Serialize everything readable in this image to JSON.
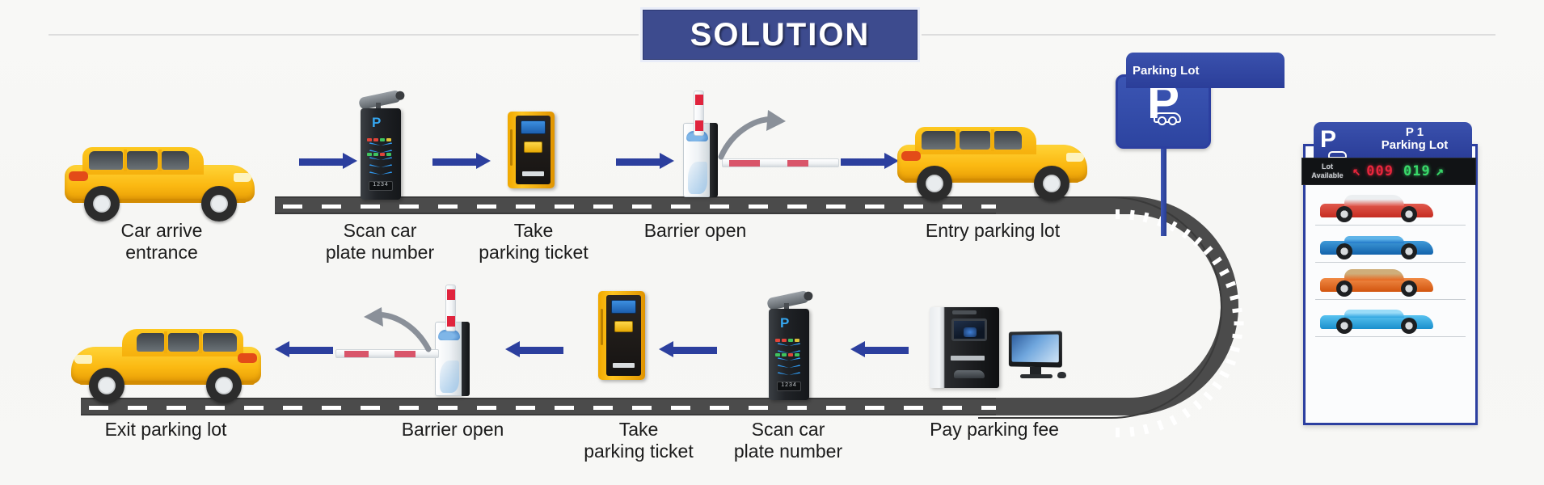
{
  "header": {
    "title": "SOLUTION",
    "title_bg": "#3d4b8e",
    "title_color": "#ffffff"
  },
  "colors": {
    "accent_blue": "#2c3f9e",
    "sign_blue": "#2d44a0",
    "road_gray": "#4b4b4b",
    "car_yellow": "#fbb912",
    "led_red": "#e8263c",
    "led_green": "#39d96a",
    "background": "#f7f7f5"
  },
  "entry_flow": {
    "direction": "left-to-right",
    "steps": [
      {
        "label": "Car arrive\nentrance",
        "line1": "Car arrive",
        "line2": "entrance",
        "icon": "yellow-suv-car-icon"
      },
      {
        "label": "Scan car\nplate number",
        "line1": "Scan car",
        "line2": "plate number",
        "icon": "lpr-camera-pillar-icon"
      },
      {
        "label": "Take\nparking ticket",
        "line1": "Take",
        "line2": "parking ticket",
        "icon": "ticket-dispenser-icon"
      },
      {
        "label": "Barrier open",
        "line1": "Barrier open",
        "line2": "",
        "icon": "barrier-gate-icon"
      },
      {
        "label": "Entry parking lot",
        "line1": "Entry parking lot",
        "line2": "",
        "icon": "yellow-suv-car-icon"
      }
    ]
  },
  "exit_flow": {
    "direction": "right-to-left",
    "steps": [
      {
        "label": "Pay parking fee",
        "line1": "Pay parking fee",
        "line2": "",
        "icon": "payment-kiosk-icon"
      },
      {
        "label": "Scan car\nplate number",
        "line1": "Scan car",
        "line2": "plate number",
        "icon": "lpr-camera-pillar-icon"
      },
      {
        "label": "Take\nparking ticket",
        "line1": "Take",
        "line2": "parking ticket",
        "icon": "ticket-dispenser-icon"
      },
      {
        "label": "Barrier open",
        "line1": "Barrier open",
        "line2": "",
        "icon": "barrier-gate-icon"
      },
      {
        "label": "Exit parking lot",
        "line1": "Exit parking lot",
        "line2": "",
        "icon": "yellow-suv-car-icon"
      }
    ]
  },
  "parking_sign": {
    "p_letter": "P",
    "caption": "Parking Lot",
    "car_icon": "car-glyph-icon"
  },
  "availability_board": {
    "p_letter": "P",
    "title_line1": "P 1",
    "title_line2": "Parking Lot",
    "led_label_line1": "Lot",
    "led_label_line2": "Available",
    "left_arrow": "↖",
    "left_count": "009",
    "right_count": "019",
    "right_arrow": "↗",
    "cars": [
      {
        "name": "red-sedan",
        "body": "#d8352a",
        "roof": "#e0584c"
      },
      {
        "name": "blue-convertible",
        "body": "#1f76c8",
        "roof": "#3f9ad8"
      },
      {
        "name": "orange-coupe",
        "body": "#e8661e",
        "roof": "#f08a45"
      },
      {
        "name": "cyan-sports-car",
        "body": "#2aa3e0",
        "roof": "#58c2f0"
      }
    ]
  }
}
